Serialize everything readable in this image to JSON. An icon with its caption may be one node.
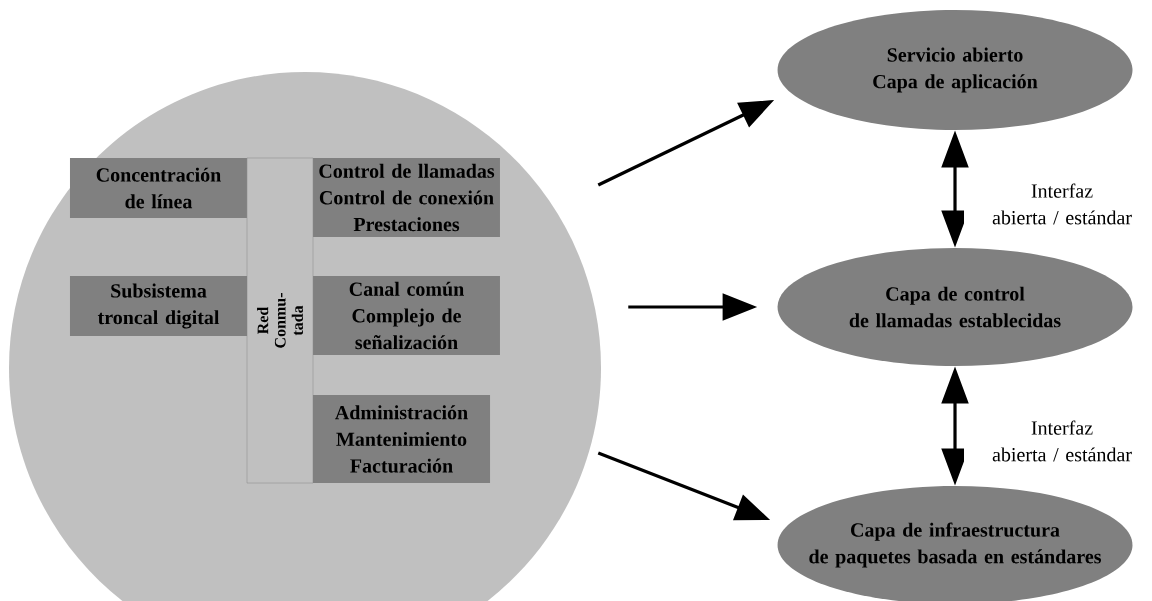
{
  "diagram": {
    "nodes": [
      {
        "text": [],
        "shape": "circle"
      },
      {
        "text": [
          "Concentración de línea"
        ],
        "in": 0
      },
      {
        "text": [
          "Red Conmu- tada"
        ],
        "in": 0
      },
      {
        "text": [
          "Control de llamadas",
          "Control de conexión",
          "Prestaciones"
        ],
        "in": 0
      },
      {
        "text": [
          "Subsistema troncal digital"
        ],
        "in": 0
      },
      {
        "text": [
          "Canal común",
          "Complejo de señalización"
        ],
        "in": 0
      },
      {
        "text": [
          "Administración",
          "Mantenimiento",
          "Facturación"
        ],
        "in": 0
      },
      {
        "text": [
          "Servicio abierto",
          "Capa de aplicación"
        ]
      },
      {
        "text": [
          "Capa de control de llamadas establecidas"
        ]
      },
      {
        "text": [
          "Capa de infraestructura de paquetes basada en estándares"
        ]
      }
    ],
    "edges": [
      {
        "from": 0,
        "to": 7,
        "arrow": "to"
      },
      {
        "from": 0,
        "to": 8,
        "arrow": "to"
      },
      {
        "from": 0,
        "to": 9,
        "arrow": "to"
      },
      {
        "from": 7,
        "to": 8,
        "arrow": "both",
        "label": "Interfaz abierta / estándar"
      },
      {
        "from": 8,
        "to": 9,
        "arrow": "both",
        "label": "Interfaz abierta / estándar"
      }
    ]
  }
}
